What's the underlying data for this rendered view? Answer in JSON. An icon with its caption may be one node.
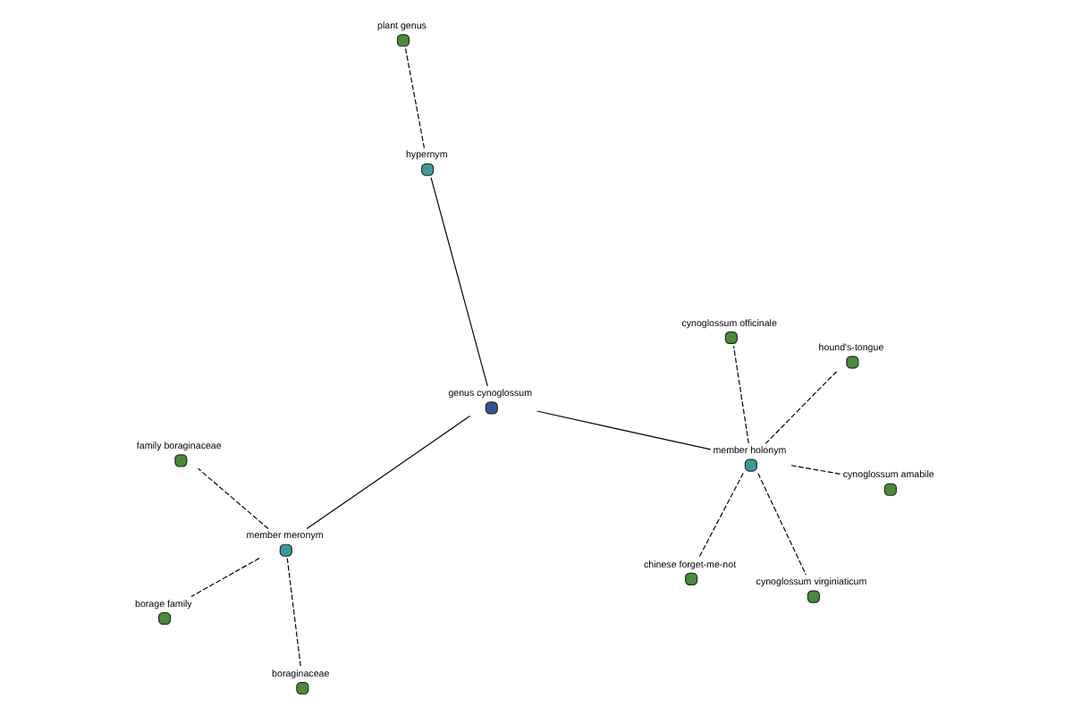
{
  "diagram": {
    "nodes": [
      {
        "text": [
          "family boraginaceae"
        ]
      },
      {
        "text": [
          "plant genus"
        ]
      },
      {
        "text": [
          "boraginaceae"
        ]
      },
      {
        "text": [
          "hypernym"
        ]
      },
      {
        "text": [
          "hound's-tongue"
        ]
      },
      {
        "text": [
          "member meronym"
        ]
      },
      {
        "text": [
          "borage family"
        ]
      },
      {
        "text": [
          "genus cynoglossum"
        ]
      },
      {
        "text": [
          "chinese forget-me-not"
        ]
      },
      {
        "text": [
          "member holonym"
        ]
      },
      {
        "text": [
          "cynoglossum virginiaticum"
        ]
      },
      {
        "text": [
          "cynoglossum officinale"
        ]
      },
      {
        "text": [
          "cynoglossum amabile"
        ]
      }
    ],
    "edges": [
      {
        "from": 7,
        "to": 5,
        "arrow": "none"
      },
      {
        "from": 7,
        "to": 3,
        "arrow": "none"
      },
      {
        "from": 7,
        "to": 9,
        "arrow": "none"
      },
      {
        "from": 3,
        "to": 1,
        "arrow": "none",
        "style": "dashed"
      },
      {
        "from": 5,
        "to": 0,
        "arrow": "none",
        "style": "dashed"
      },
      {
        "from": 5,
        "to": 2,
        "arrow": "none",
        "style": "dashed"
      },
      {
        "from": 5,
        "to": 6,
        "arrow": "none",
        "style": "dashed"
      },
      {
        "from": 9,
        "to": 4,
        "arrow": "none",
        "style": "dashed"
      },
      {
        "from": 9,
        "to": 8,
        "arrow": "none",
        "style": "dashed"
      },
      {
        "from": 9,
        "to": 10,
        "arrow": "none",
        "style": "dashed"
      },
      {
        "from": 9,
        "to": 11,
        "arrow": "none",
        "style": "dashed"
      },
      {
        "from": 9,
        "to": 12,
        "arrow": "none",
        "style": "dashed"
      }
    ]
  }
}
